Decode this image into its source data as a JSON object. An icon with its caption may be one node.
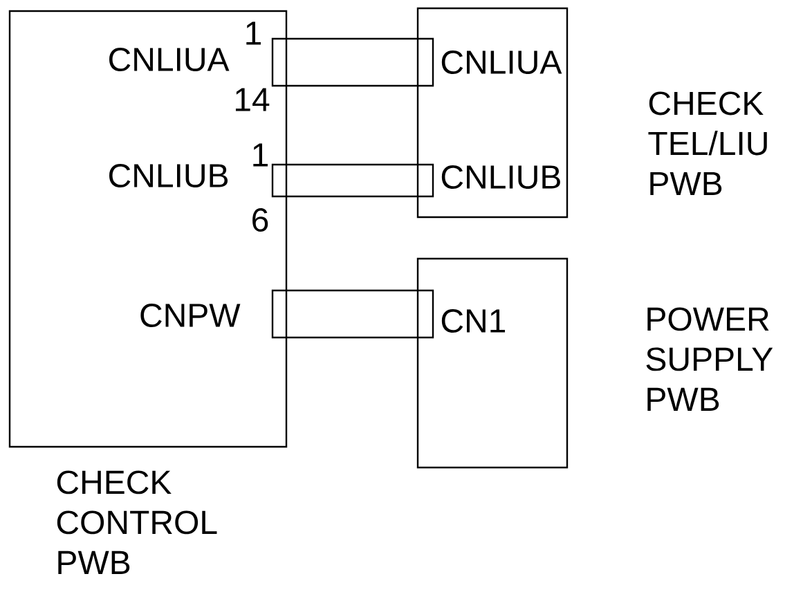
{
  "diagram": {
    "nodes": [
      {
        "text": [
          "CHECK CONTROL PWB"
        ]
      },
      {
        "text": [
          "CNLIUA"
        ],
        "in": 0
      },
      {
        "text": [
          "CNLIUB"
        ],
        "in": 0
      },
      {
        "text": [
          "CNPW"
        ],
        "in": 0
      },
      {
        "text": [
          "CHECK TEL/LIU PWB"
        ]
      },
      {
        "text": [
          "CNLIUA"
        ],
        "in": 4
      },
      {
        "text": [
          "CNLIUB"
        ],
        "in": 4
      },
      {
        "text": [
          "POWER SUPPLY PWB"
        ]
      },
      {
        "text": [
          "CN1"
        ],
        "in": 7
      },
      {
        "text": [],
        "shape": "box"
      },
      {
        "text": [],
        "shape": "box"
      },
      {
        "text": [],
        "shape": "box"
      }
    ],
    "labels": [
      "1",
      "14",
      "1",
      "6"
    ]
  }
}
